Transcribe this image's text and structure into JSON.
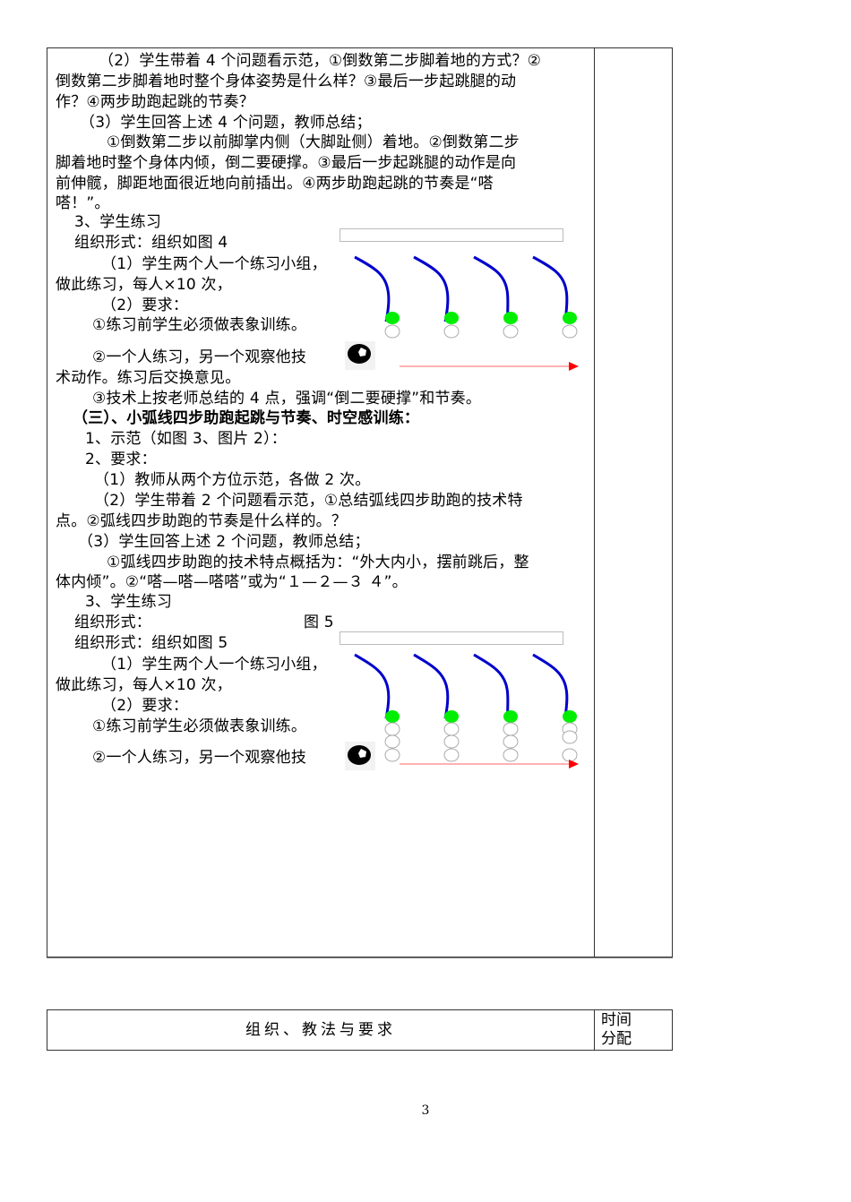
{
  "section_a": {
    "lines": [
      "（2）学生带着 4 个问题看示范，①倒数第二步脚着地的方式？②",
      "倒数第二步脚着地时整个身体姿势是什么样？③最后一步起跳腿的动",
      "作？④两步助跑起跳的节奏？",
      "（3）学生回答上述 4 个问题，教师总结；",
      "①倒数第二步以前脚掌内侧（大脚趾侧）着地。②倒数第二步",
      "脚着地时整个身体内倾，倒二要硬撑。③最后一步起跳腿的动作是向",
      "前伸髋，脚距地面很近地向前插出。④两步助跑起跳的节奏是“嗒",
      "嗒！”。"
    ]
  },
  "practice_1": {
    "heading": "3、学生练习",
    "org": "组织形式：组织如图 4",
    "item1_a": "（1）学生两个人一个练习小组，",
    "item1_b": "做此练习，每人×10 次，",
    "item2": "（2）要求：",
    "req1": "①练习前学生必须做表象训练。",
    "req2_a": "②一个人练习，另一个观察他技",
    "req2_b": "术动作。练习后交换意见。",
    "req3": "③技术上按老师总结的 4 点，强调“倒二要硬撑”和节奏。"
  },
  "section_3": {
    "title": "（三）、小弧线四步助跑起跳与节奏、时空感训练：",
    "demo": "1、示范（如图 3、图片 2）：",
    "req": "2、要求：",
    "r1": "（1）教师从两个方位示范，各做 2 次。",
    "r2_a": "（2）学生带着 2 个问题看示范，①总结弧线四步助跑的技术特",
    "r2_b": "点。②弧线四步助跑的节奏是什么样的。？",
    "r3": "（3）学生回答上述 2 个问题，教师总结；",
    "s1_a": "①弧线四步助跑的技术特点概括为：“外大内小，摆前跳后，整",
    "s1_b": "体内倾”。②“嗒—嗒—嗒嗒”或为“１—２—３ ４”。"
  },
  "practice_2": {
    "heading": "3、学生练习",
    "org_label": "组织形式：",
    "figure_label": "图 5",
    "org": "组织形式：组织如图 5",
    "item1_a": "（1）学生两个人一个练习小组，",
    "item1_b": "做此练习，每人×10 次，",
    "item2": "（2）要求：",
    "req1": "①练习前学生必须做表象训练。",
    "req2_a": "②一个人练习，另一个观察他技"
  },
  "figure_colors": {
    "curve": "#0000cc",
    "foot": "#00ee00",
    "arrow": "#ff0000",
    "circle_outline": "#aaaaaa"
  },
  "footer_table": {
    "main_header": "组织、教法与要求",
    "time_header_1": "时间",
    "time_header_2": "分配"
  },
  "page_number": "3"
}
